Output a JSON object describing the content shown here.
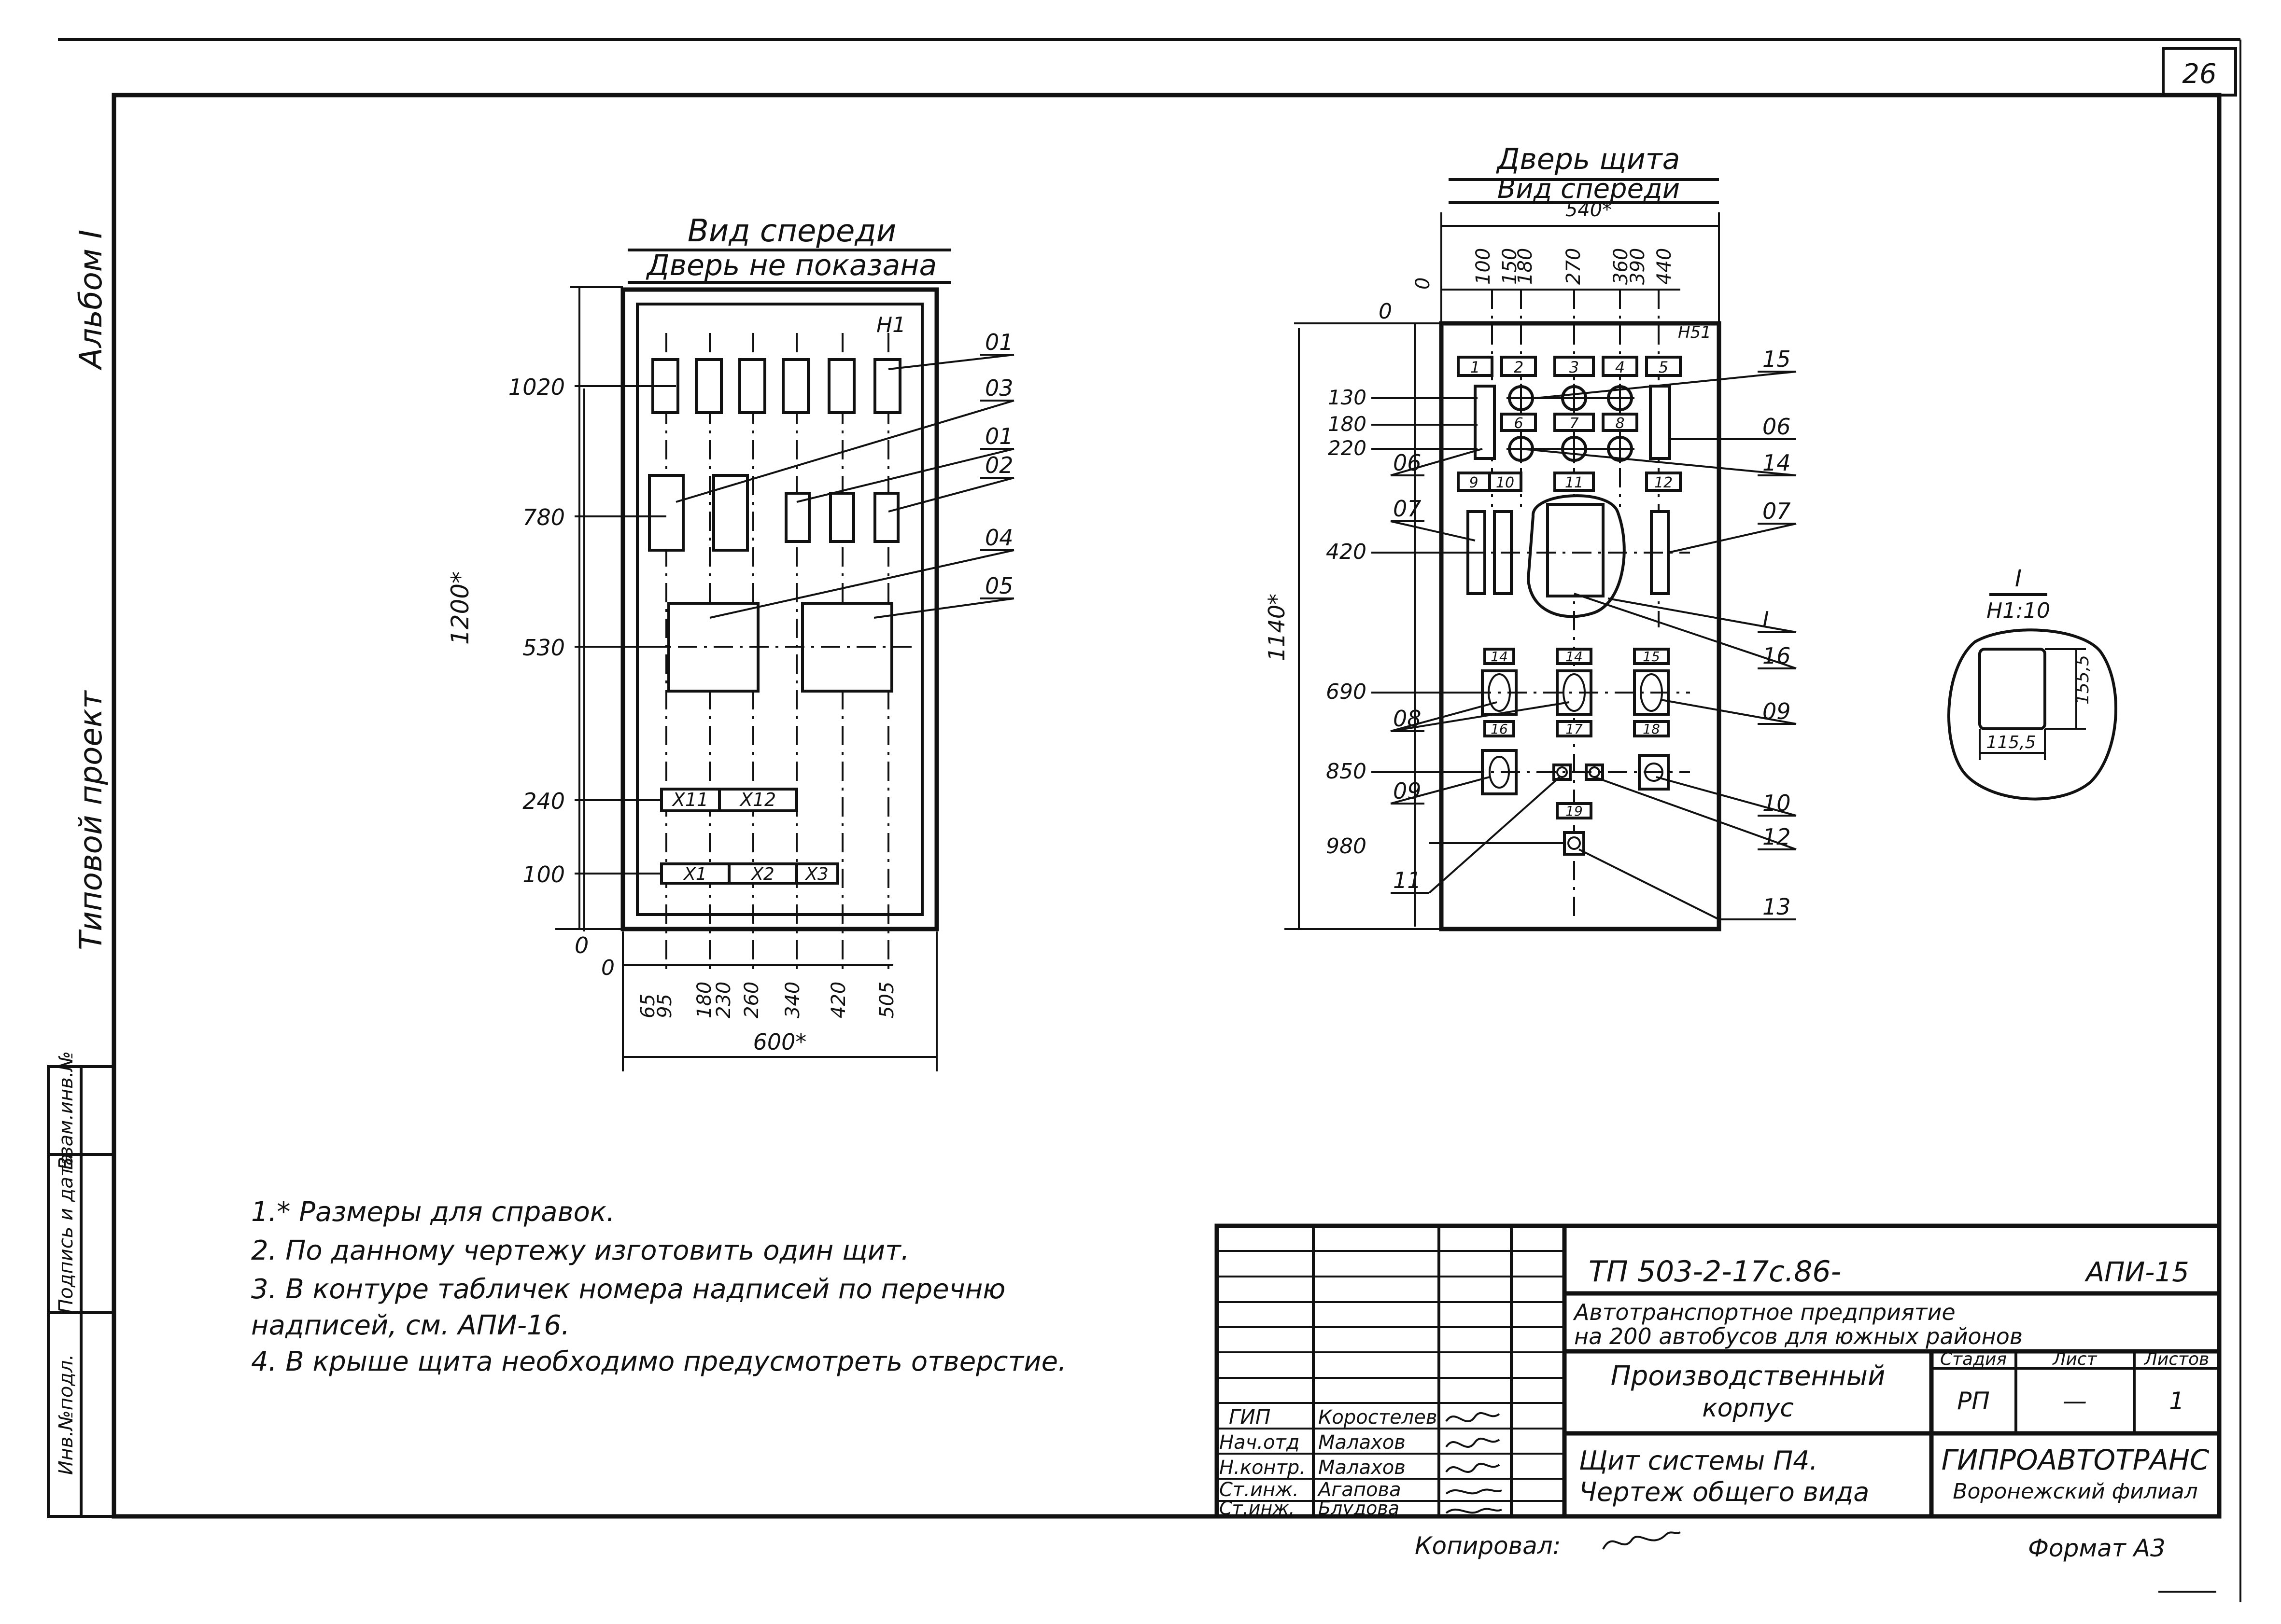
{
  "sheet": {
    "sheet_number": "26",
    "left_labels": {
      "album": "Альбом I",
      "project": "Типовой проект"
    },
    "side_table": [
      "Инв.№подл.",
      "Подпись и дата",
      "Взам.инв.№"
    ]
  },
  "front_view": {
    "title": "Вид спереди",
    "subtitle": "Дверь не показана",
    "panel_mark": "H1",
    "height_dim": "1200*",
    "width_dim": "600*",
    "row_levels": [
      "1020",
      "780",
      "530",
      "240",
      "100",
      "0"
    ],
    "bottom_dims": [
      "0",
      "65",
      "95",
      "180",
      "230",
      "260",
      "340",
      "420",
      "505"
    ],
    "terminals_240": [
      "X11",
      "X12"
    ],
    "terminals_100": [
      "X1",
      "X2",
      "X3"
    ],
    "leaders": [
      "01",
      "03",
      "01",
      "02",
      "04",
      "05"
    ]
  },
  "door_view": {
    "title": "Дверь щита",
    "subtitle": "Вид спереди",
    "width_dim": "540*",
    "height_dim": "1140*",
    "panel_mark": "H51",
    "top_dims": [
      "0",
      "100",
      "150",
      "180",
      "270",
      "360",
      "390",
      "440"
    ],
    "left_levels": [
      "0",
      "130",
      "180",
      "220",
      "420",
      "690",
      "850",
      "980"
    ],
    "plate_numbers": [
      "1",
      "2",
      "3",
      "4",
      "5",
      "6",
      "7",
      "8",
      "9",
      "10",
      "11",
      "12",
      "14",
      "17",
      "15",
      "18",
      "16",
      "19"
    ],
    "leaders_right": [
      "15",
      "06",
      "14",
      "07",
      "I",
      "16",
      "09",
      "10",
      "12",
      "13"
    ],
    "leaders_left": [
      "06",
      "07",
      "08",
      "09",
      "11"
    ]
  },
  "detail": {
    "title": "I",
    "scale": "H1:10",
    "dim_height": "155,5",
    "dim_width": "115,5"
  },
  "notes": [
    "1.* Размеры для справок.",
    "2. По данному чертежу изготовить один щит.",
    "3. В контуре табличек номера надписей по перечню",
    "надписей, см. АПИ-16.",
    "4. В крыше щита необходимо предусмотреть отверстие."
  ],
  "title_block": {
    "doc_code": "ТП 503-2-17с.86-",
    "doc_sheet_code": "АПИ-15",
    "object_line1": "Автотранспортное предприятие",
    "object_line2": "на 200 автобусов для южных районов",
    "building_line1": "Производственный",
    "building_line2": "корпус",
    "drawing_line1": "Щит системы П4.",
    "drawing_line2": "Чертеж общего вида",
    "head_stage": "Стадия",
    "head_sheet": "Лист",
    "head_sheets": "Листов",
    "stage": "РП",
    "sheet": "—",
    "sheets": "1",
    "org_line1": "ГИПРОАВТОТРАНС",
    "org_line2": "Воронежский филиал",
    "signatures": [
      {
        "role": "ГИП",
        "name": "Коростелев"
      },
      {
        "role": "Нач.отд",
        "name": "Малахов"
      },
      {
        "role": "Н.контр.",
        "name": "Малахов"
      },
      {
        "role": "Ст.инж.",
        "name": "Агапова"
      },
      {
        "role": "Ст.инж.",
        "name": "Блудова"
      }
    ]
  },
  "copied_by": "Копировал:",
  "format": "Формат А3"
}
